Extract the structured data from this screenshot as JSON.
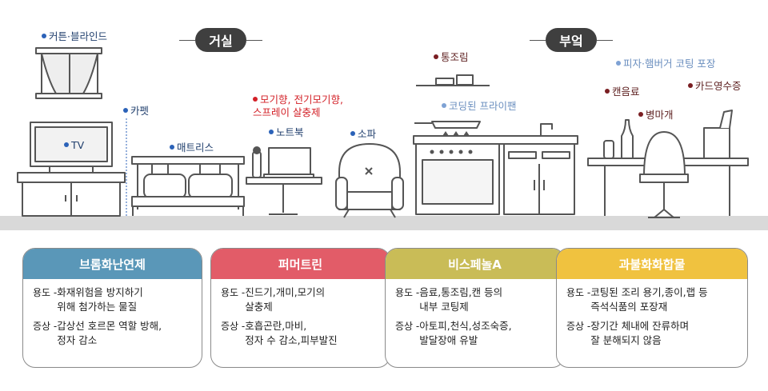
{
  "rooms": {
    "living": "거실",
    "kitchen": "부엌"
  },
  "labels": {
    "curtain": "커튼·블라인드",
    "carpet": "카펫",
    "tv": "TV",
    "mattress": "매트리스",
    "mosquito_line1": "모기향, 전기모기향,",
    "mosquito_line2": "스프레이 살충제",
    "notebook": "노트북",
    "sofa": "소파",
    "canned": "통조림",
    "pan": "코딩된 프라이팬",
    "pizza": "피자·햄버거 코팅 포장",
    "can_drink": "캔음료",
    "receipt": "카드영수증",
    "bottle_cap": "병마개"
  },
  "cards": [
    {
      "title": "브롬화난연제",
      "color": "#5a97b8",
      "use_key": "용도 -",
      "use_lines": [
        "화재위험을 방지하기",
        "위해 첨가하는 물질"
      ],
      "symptom_key": "증상 -",
      "symptom_lines": [
        "갑상선 호르몬 역할 방해,",
        "정자 감소"
      ]
    },
    {
      "title": "퍼머트린",
      "color": "#e25c68",
      "use_key": "용도 -",
      "use_lines": [
        "진드기,개미,모기의",
        "살충제"
      ],
      "symptom_key": "증상 -",
      "symptom_lines": [
        "호흡곤란,마비,",
        "정자 수 감소,피부발진"
      ]
    },
    {
      "title": "비스페놀A",
      "color": "#c9bc57",
      "use_key": "용도 -",
      "use_lines": [
        "음료,통조림,캔 등의",
        "내부 코팅제"
      ],
      "symptom_key": "증상 -",
      "symptom_lines": [
        "아토피,천식,성조숙증,",
        "발달장애 유발"
      ]
    },
    {
      "title": "과불화화합물",
      "color": "#f0c23f",
      "use_key": "용도 -",
      "use_lines": [
        "코팅된 조리 용기,종이,랩 등",
        "즉석식품의 포장재"
      ],
      "symptom_key": "증상 -",
      "symptom_lines": [
        "장기간 체내에 잔류하며",
        "잘 분해되지 않음"
      ]
    }
  ],
  "colors": {
    "outline": "#555555",
    "floor": "#d9d9d9",
    "bluelabel": "#2b62b8",
    "redlabel": "#d32027"
  }
}
